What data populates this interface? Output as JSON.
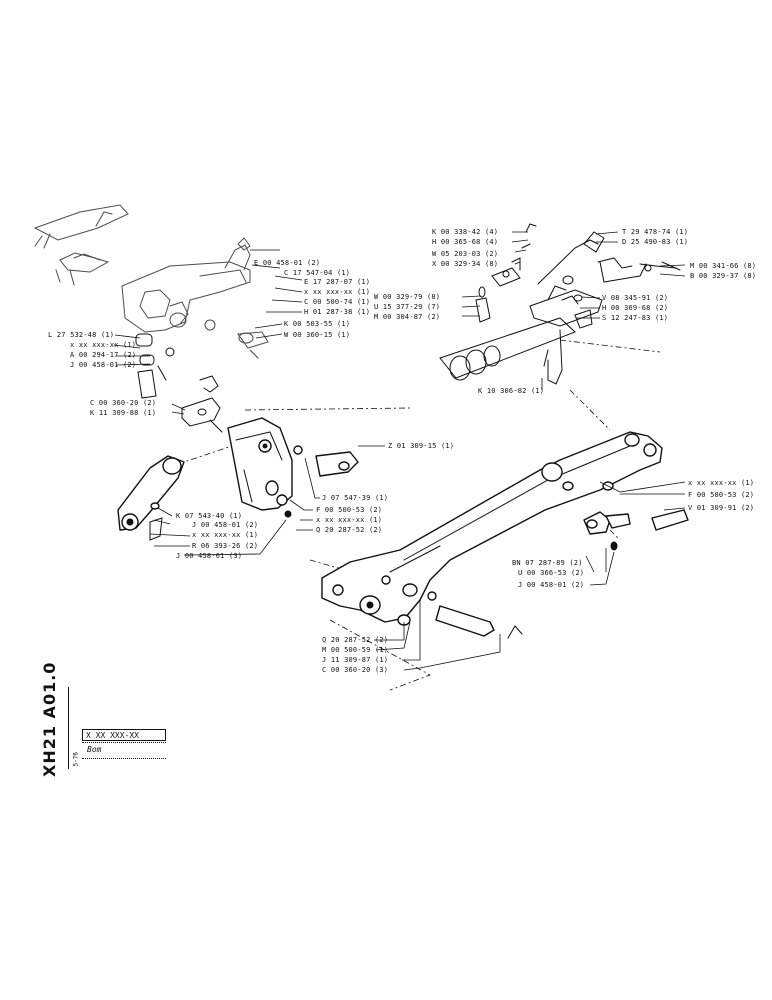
{
  "sheet": {
    "code": "XH21 A01.0",
    "date": "5-76",
    "part_number": "X XX XXX-XX",
    "title": "Bom"
  },
  "callouts": [
    {
      "id": "c01",
      "text": "E 00 458-01 (2)"
    },
    {
      "id": "c02",
      "text": "C 17 547-04 (1)"
    },
    {
      "id": "c03",
      "text": "E 17 287-07 (1)"
    },
    {
      "id": "c04",
      "text": "x xx xxx-xx (1)"
    },
    {
      "id": "c05",
      "text": "C 00 500-74 (1)"
    },
    {
      "id": "c06",
      "text": "H 01 287-38 (1)"
    },
    {
      "id": "c07",
      "text": "K 00 503-55 (1)"
    },
    {
      "id": "c08",
      "text": "W 00 360-15 (1)"
    },
    {
      "id": "c09",
      "text": "L 27 532-48 (1)"
    },
    {
      "id": "c10",
      "text": "x xx xxx-xx (1)"
    },
    {
      "id": "c11",
      "text": "A 00 294-17 (2)"
    },
    {
      "id": "c12",
      "text": "J 00 458-01 (2)"
    },
    {
      "id": "c13",
      "text": "C 00 360-20 (2)"
    },
    {
      "id": "c14",
      "text": "K 11 309-88 (1)"
    },
    {
      "id": "c15",
      "text": "K 00 338-42 (4)"
    },
    {
      "id": "c16",
      "text": "H 00 365-68 (4)"
    },
    {
      "id": "c17",
      "text": "W 05 203-03 (2)"
    },
    {
      "id": "c18",
      "text": "X 00 329-34 (8)"
    },
    {
      "id": "c19",
      "text": "W 00 329-79 (8)"
    },
    {
      "id": "c20",
      "text": "U 15 377-29 (7)"
    },
    {
      "id": "c21",
      "text": "M 00 304-87 (2)"
    },
    {
      "id": "c22",
      "text": "T 29 478-74 (1)"
    },
    {
      "id": "c23",
      "text": "D 25 490-83 (1)"
    },
    {
      "id": "c24",
      "text": "M 00 341-66 (8)"
    },
    {
      "id": "c25",
      "text": "B 00 329-37 (8)"
    },
    {
      "id": "c26",
      "text": "V 08 345-91 (2)"
    },
    {
      "id": "c27",
      "text": "H 00 369-68 (2)"
    },
    {
      "id": "c28",
      "text": "S 12 247-83 (1)"
    },
    {
      "id": "c29",
      "text": "K 10 306-82 (1)"
    },
    {
      "id": "c30",
      "text": "Z 01 309-15 (1)"
    },
    {
      "id": "c31",
      "text": "J 07 547-39 (1)"
    },
    {
      "id": "c32",
      "text": "F 00 500-53 (2)"
    },
    {
      "id": "c33",
      "text": "x xx xxx-xx (1)"
    },
    {
      "id": "c34",
      "text": "Q 20 287-52 (2)"
    },
    {
      "id": "c35",
      "text": "K 07 543-40 (1)"
    },
    {
      "id": "c36",
      "text": "J 00 458-01 (2)"
    },
    {
      "id": "c37",
      "text": "x xx xxx-xx (1)"
    },
    {
      "id": "c38",
      "text": "R 06 393-26 (2)"
    },
    {
      "id": "c39",
      "text": "J 00 458-01 (3)"
    },
    {
      "id": "c40",
      "text": "x xx xxx-xx (1)"
    },
    {
      "id": "c41",
      "text": "F 00 500-53 (2)"
    },
    {
      "id": "c42",
      "text": "V 01 309-91 (2)"
    },
    {
      "id": "c43",
      "text": "BN 07 287-89 (2)"
    },
    {
      "id": "c44",
      "text": "U 00 366-53 (2)"
    },
    {
      "id": "c45",
      "text": "J 00 458-01 (2)"
    },
    {
      "id": "c46",
      "text": "Q 20 287-52 (2)"
    },
    {
      "id": "c47",
      "text": "M 00 500-59 (1)"
    },
    {
      "id": "c48",
      "text": "J 11 309-87 (1)"
    },
    {
      "id": "c49",
      "text": "C 00 360-20 (3)"
    }
  ]
}
